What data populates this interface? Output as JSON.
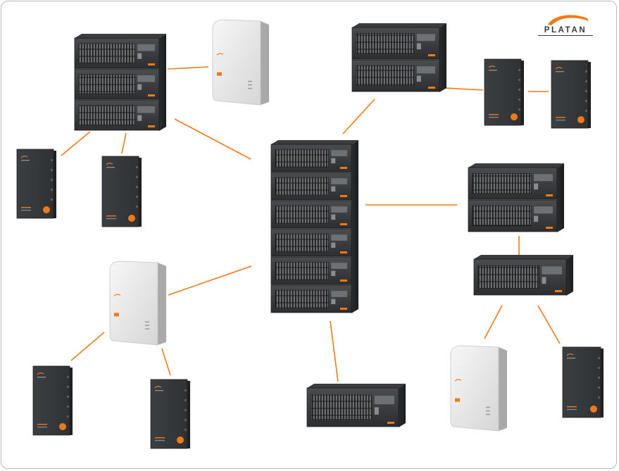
{
  "brand": {
    "name": "PLATAN",
    "accent_color": "#f07a1a",
    "logo_icon": "platan-swoosh-icon"
  },
  "devices": [
    {
      "id": "central-rack-6u",
      "kind": "rack-cabinet",
      "modules": 6
    },
    {
      "id": "rack-3u-top-left",
      "kind": "rack-cabinet",
      "modules": 3
    },
    {
      "id": "rack-2u-top-right",
      "kind": "rack-cabinet",
      "modules": 2
    },
    {
      "id": "rack-2u-right",
      "kind": "rack-cabinet",
      "modules": 2
    },
    {
      "id": "rack-1u-right",
      "kind": "rack-cabinet",
      "modules": 1
    },
    {
      "id": "rack-1u-bottom",
      "kind": "rack-cabinet",
      "modules": 1
    },
    {
      "id": "white-wall-top",
      "kind": "wall-unit-white"
    },
    {
      "id": "white-wall-left",
      "kind": "wall-unit-white"
    },
    {
      "id": "white-wall-bottom-right",
      "kind": "wall-unit-white"
    },
    {
      "id": "dark-wall-a",
      "kind": "wall-unit-dark"
    },
    {
      "id": "dark-wall-b",
      "kind": "wall-unit-dark"
    },
    {
      "id": "dark-wall-c",
      "kind": "wall-unit-dark"
    },
    {
      "id": "dark-wall-d",
      "kind": "wall-unit-dark"
    },
    {
      "id": "dark-wall-e",
      "kind": "wall-unit-dark"
    },
    {
      "id": "dark-wall-f",
      "kind": "wall-unit-dark"
    },
    {
      "id": "dark-wall-g",
      "kind": "wall-unit-dark"
    }
  ],
  "connections": [
    [
      "rack-3u-top-left",
      "white-wall-top"
    ],
    [
      "rack-3u-top-left",
      "central-rack-6u"
    ],
    [
      "rack-3u-top-left",
      "dark-wall-a"
    ],
    [
      "rack-3u-top-left",
      "dark-wall-b"
    ],
    [
      "rack-2u-top-right",
      "central-rack-6u"
    ],
    [
      "rack-2u-top-right",
      "dark-wall-c"
    ],
    [
      "dark-wall-c",
      "dark-wall-d"
    ],
    [
      "central-rack-6u",
      "rack-2u-right"
    ],
    [
      "rack-2u-right",
      "rack-1u-right"
    ],
    [
      "rack-1u-right",
      "white-wall-bottom-right"
    ],
    [
      "rack-1u-right",
      "dark-wall-e"
    ],
    [
      "central-rack-6u",
      "white-wall-left"
    ],
    [
      "white-wall-left",
      "dark-wall-f"
    ],
    [
      "white-wall-left",
      "dark-wall-g"
    ],
    [
      "central-rack-6u",
      "rack-1u-bottom"
    ]
  ]
}
